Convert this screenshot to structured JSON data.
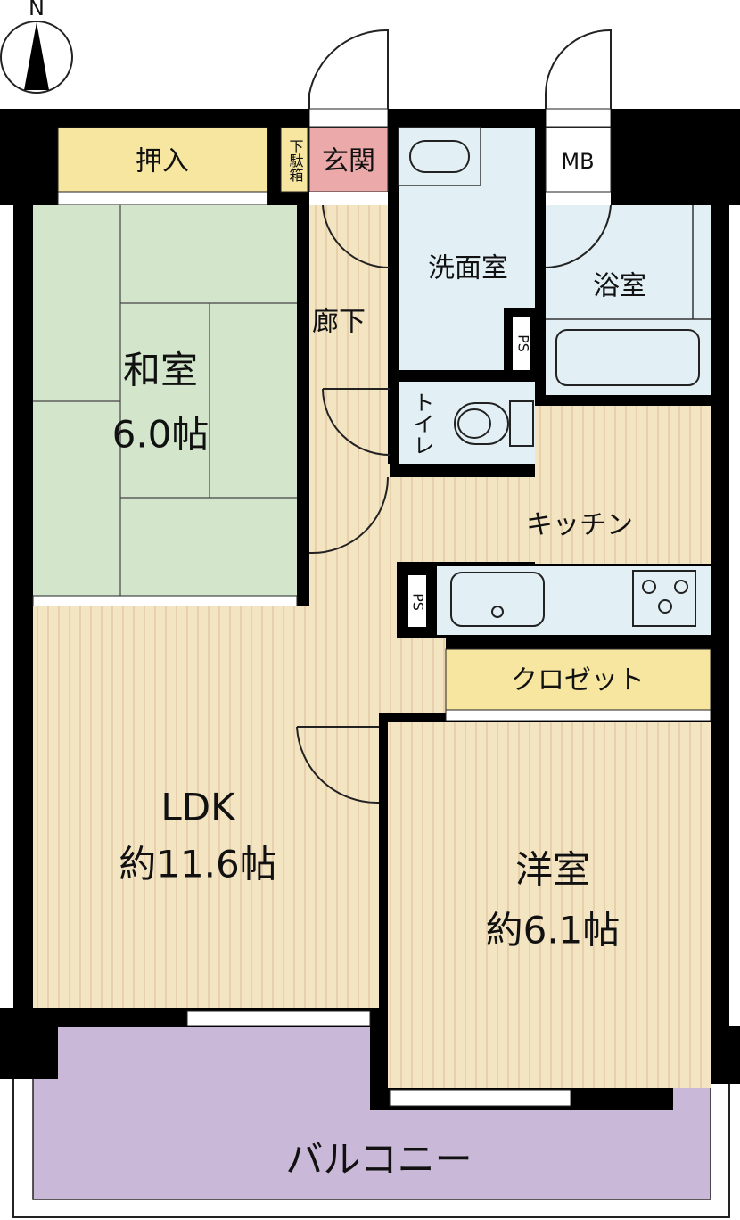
{
  "compass": {
    "label": "N"
  },
  "rooms": {
    "oshiire": "押入",
    "getabako": "下駄箱",
    "genkan": "玄関",
    "mb": "MB",
    "senmenshitsu": "洗面室",
    "yokushitsu": "浴室",
    "rouka": "廊下",
    "toilet": "トイレ",
    "ps_wash": "PS",
    "ps_kitchen": "PS",
    "washitsu": "和室",
    "washitsu_size": "6.0帖",
    "kitchen": "キッチン",
    "closet": "クロゼット",
    "ldk": "LDK",
    "ldk_size": "約11.6帖",
    "youshitsu": "洋室",
    "youshitsu_size": "約6.1帖",
    "balcony": "バルコニー"
  },
  "colors": {
    "wall": "#000000",
    "tatami": "#d3e6cc",
    "wood": "#f3e4c2",
    "storage": "#f6e6a0",
    "entrance": "#eba9a9",
    "water": "#e2f0f5",
    "balcony": "#c9b8d7"
  }
}
